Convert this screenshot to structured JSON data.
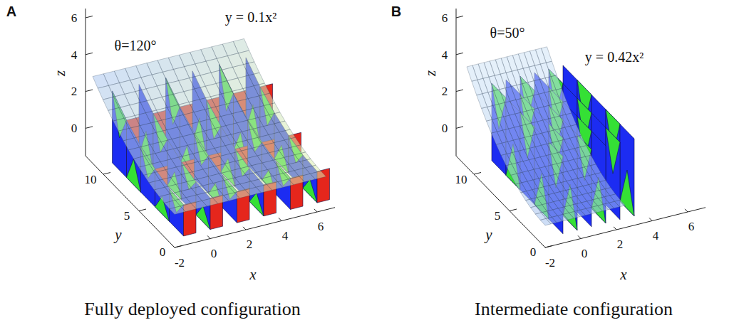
{
  "diagram": {
    "labels": [
      "A",
      "6",
      "4",
      "2",
      "0",
      "z",
      "θ=120°",
      "y = 0.1x²",
      "10",
      "5",
      "0",
      "y",
      "-2",
      "0",
      "2",
      "4",
      "6",
      "x",
      "Fully deployed configuration",
      "B",
      "6",
      "4",
      "2",
      "0",
      "z",
      "θ=50°",
      "y = 0.42x²",
      "10",
      "5",
      "0",
      "y",
      "-2",
      "0",
      "2",
      "4",
      "6",
      "x",
      "Intermediate configuration"
    ]
  }
}
